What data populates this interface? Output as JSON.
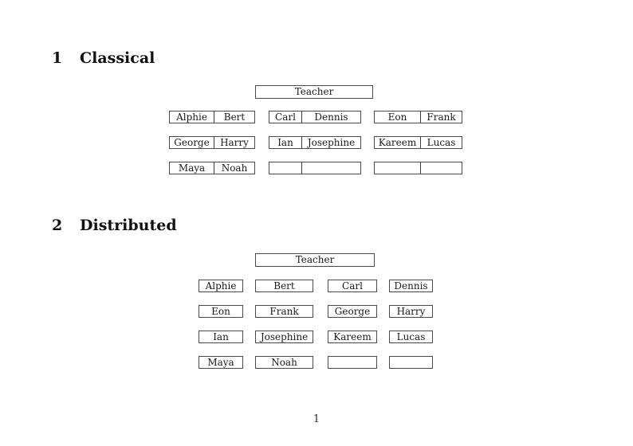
{
  "page_number": "1",
  "colors": {
    "ink": "#1a1a1a",
    "line": "#4a4a4a"
  },
  "sections": {
    "classical": {
      "number": "1",
      "title": "Classical",
      "teacher_label": "Teacher",
      "groups": [
        {
          "rows": [
            [
              "Alphie",
              "Bert"
            ],
            [
              "George",
              "Harry"
            ],
            [
              "Maya",
              "Noah"
            ]
          ]
        },
        {
          "rows": [
            [
              "Carl",
              "Dennis"
            ],
            [
              "Ian",
              "Josephine"
            ],
            [
              "",
              ""
            ]
          ]
        },
        {
          "rows": [
            [
              "Eon",
              "Frank"
            ],
            [
              "Kareem",
              "Lucas"
            ],
            [
              "",
              ""
            ]
          ]
        }
      ]
    },
    "distributed": {
      "number": "2",
      "title": "Distributed",
      "teacher_label": "Teacher",
      "rows": [
        [
          "Alphie",
          "Bert",
          "Carl",
          "Dennis"
        ],
        [
          "Eon",
          "Frank",
          "George",
          "Harry"
        ],
        [
          "Ian",
          "Josephine",
          "Kareem",
          "Lucas"
        ],
        [
          "Maya",
          "Noah",
          "",
          ""
        ]
      ]
    }
  }
}
